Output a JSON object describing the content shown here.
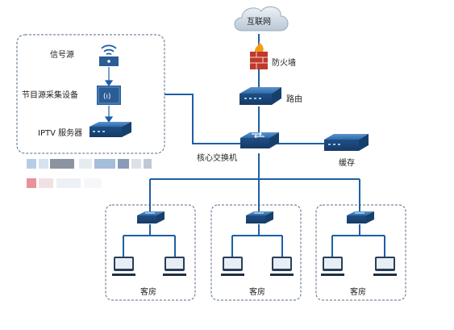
{
  "diagram": {
    "labels": {
      "internet": "互联网",
      "firewall": "防火墙",
      "router": "路由",
      "core_switch": "核心交换机",
      "cache": "缓存",
      "signal_source": "信号源",
      "capture_device": "节目源采集设备",
      "iptv_server": "IPTV 服务器",
      "rooms": [
        "客房",
        "客房",
        "客房"
      ]
    },
    "colors": {
      "line": "#1d5fa6",
      "device_dark": "#1f4f86",
      "device_top": "#3a78b8",
      "dashed_border": "#556b86",
      "firewall": "#c0392b",
      "cloud": "#cfd9e4"
    }
  }
}
